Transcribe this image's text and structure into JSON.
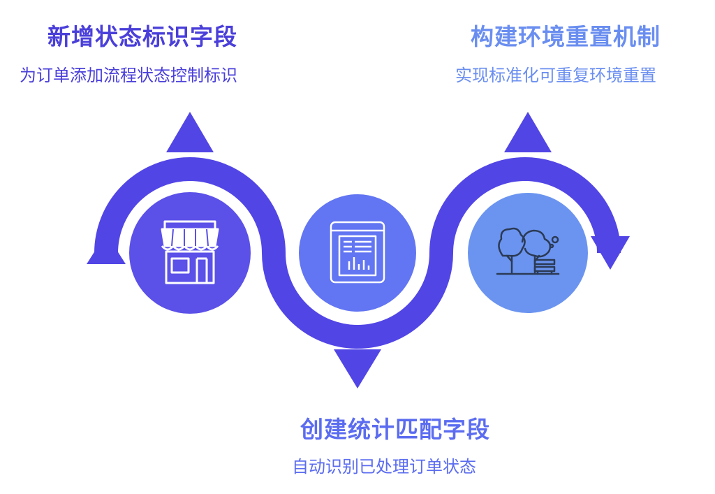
{
  "steps": [
    {
      "title": "新增状态标识字段",
      "description": "为订单添加流程状态控制标识",
      "icon": "storefront-icon",
      "title_color": "#4a3fd9",
      "desc_color": "#4a3fd9",
      "circle_color": "#5b50e8"
    },
    {
      "title": "创建统计匹配字段",
      "description": "自动识别已处理订单状态",
      "icon": "report-chart-icon",
      "title_color": "#5b6cf0",
      "desc_color": "#5b6cf0",
      "circle_color": "#6275f2"
    },
    {
      "title": "构建环境重置机制",
      "description": "实现标准化可重复环境重置",
      "icon": "park-trees-bench-icon",
      "title_color": "#6a8ef0",
      "desc_color": "#6a8ef0",
      "circle_color": "#6b94f0"
    }
  ],
  "colors": {
    "path": "#5145e6"
  }
}
